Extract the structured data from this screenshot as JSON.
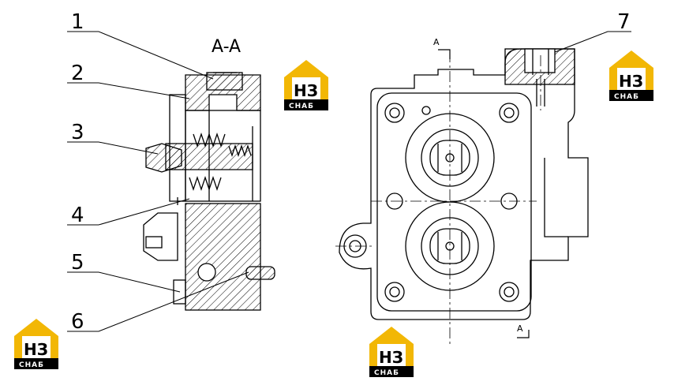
{
  "section_title": "A-A",
  "cut_label_top": "A",
  "cut_label_bottom": "A",
  "callouts": [
    "1",
    "2",
    "3",
    "4",
    "5",
    "6",
    "7"
  ],
  "logo": {
    "top": "НЗ",
    "bottom": "СНАБ",
    "accent": "#f2b705",
    "dark": "#000000"
  }
}
